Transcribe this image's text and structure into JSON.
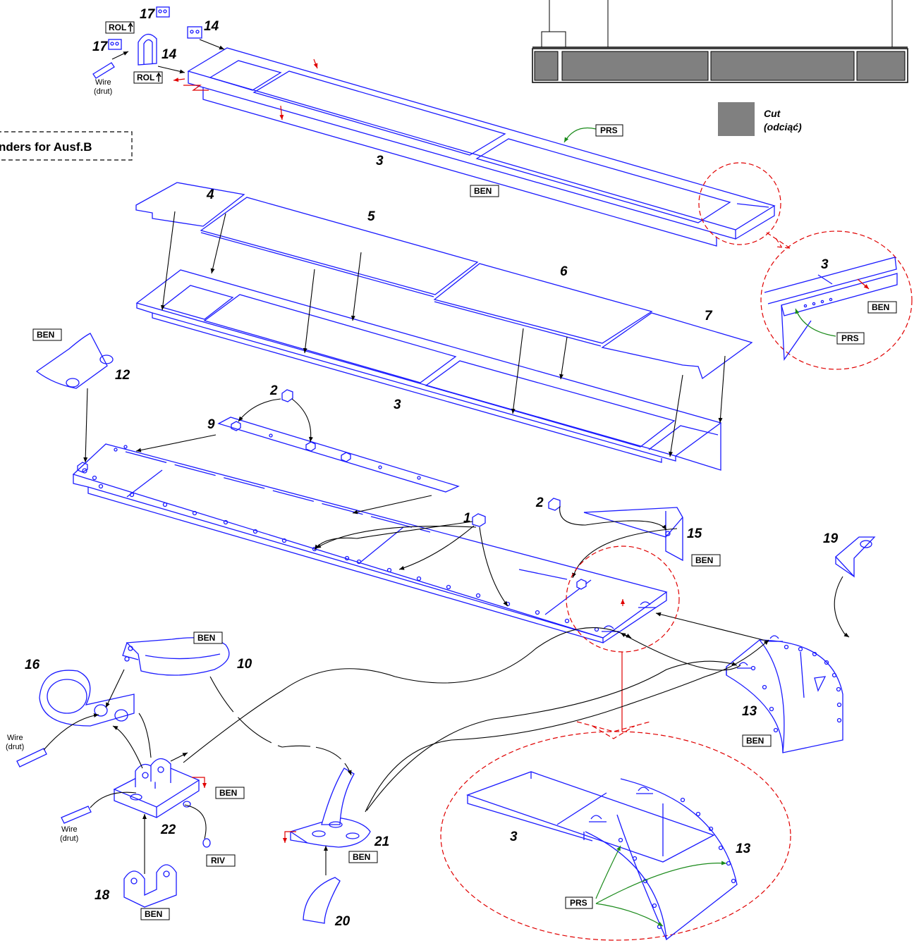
{
  "title_label": "nders for Ausf.B",
  "legend": {
    "cut_line1": "Cut",
    "cut_line2": "(odciąć)",
    "cut_color": "#808080"
  },
  "tags": {
    "rol": "ROL",
    "ben": "BEN",
    "prs": "PRS",
    "riv": "RIV"
  },
  "wire": {
    "line1": "Wire",
    "line2": "(drut)"
  },
  "part_numbers": {
    "p1": "1",
    "p2": "2",
    "p3": "3",
    "p4": "4",
    "p5": "5",
    "p6": "6",
    "p7": "7",
    "p9": "9",
    "p10": "10",
    "p12": "12",
    "p13": "13",
    "p14": "14",
    "p15": "15",
    "p16": "16",
    "p17": "17",
    "p18": "18",
    "p19": "19",
    "p20": "20",
    "p21": "21",
    "p22": "22"
  },
  "colors": {
    "part_lines": "#1a1aff",
    "arrows": "#000000",
    "press": "#1a8a1a",
    "detail": "#e00000"
  }
}
